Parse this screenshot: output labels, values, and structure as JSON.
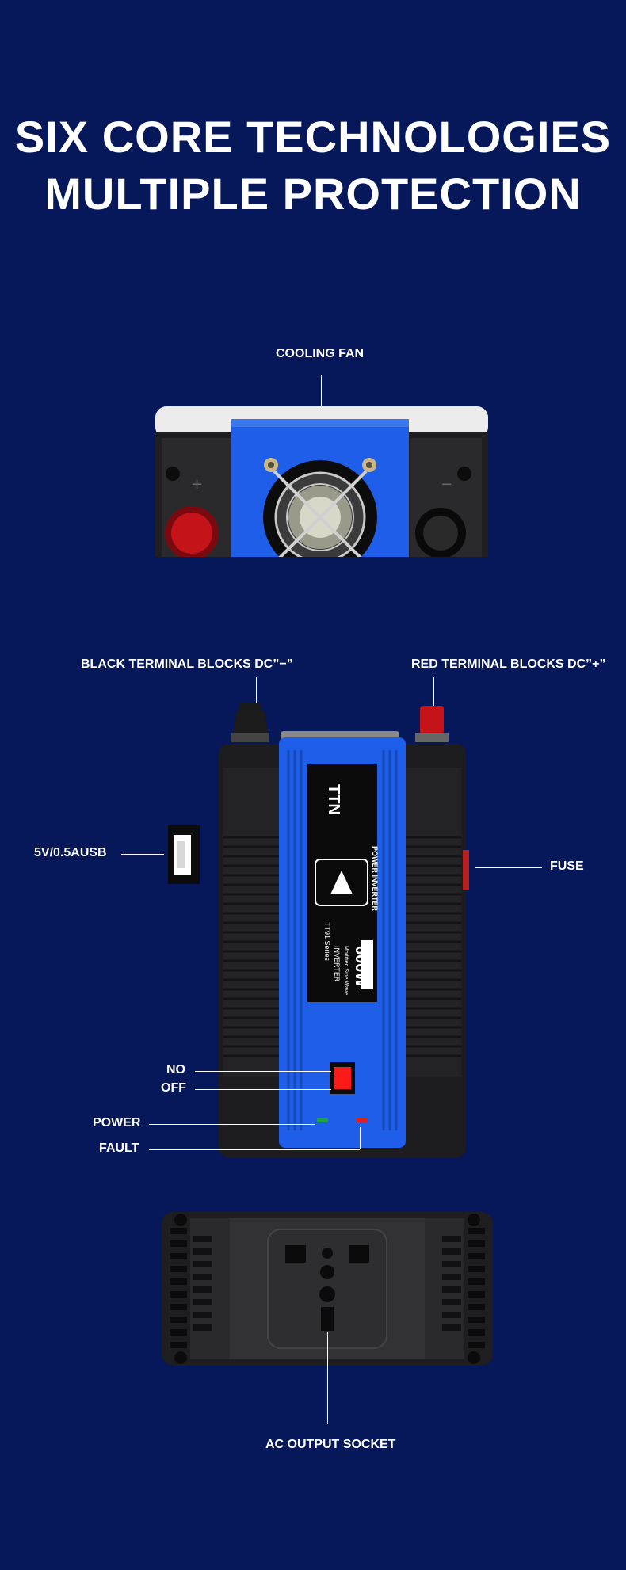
{
  "headline": {
    "line1": "SIX CORE TECHNOLOGIES",
    "line2": "MULTIPLE PROTECTION"
  },
  "labels": {
    "cooling_fan": "COOLING FAN",
    "black_terminal": "BLACK TERMINAL BLOCKS DC”−”",
    "red_terminal": "RED TERMINAL BLOCKS DC”+”",
    "usb": "5V/0.5AUSB",
    "fuse": "FUSE",
    "no": "NO",
    "off": "OFF",
    "power": "POWER",
    "fault": "FAULT",
    "ac_socket": "AC OUTPUT SOCKET"
  },
  "device_markings": {
    "brand": "TTN",
    "product": "POWER INVERTER",
    "wattage": "600W",
    "wave_type": "Modified Sine Wave",
    "type": "INVERTER",
    "series": "TT91 Series"
  },
  "colors": {
    "background": "#06175a",
    "device_blue": "#1e5ee8",
    "device_body": "#1d1d1f",
    "terminal_red": "#c4141a",
    "led_green": "#1fa04a",
    "led_red": "#e02020"
  }
}
